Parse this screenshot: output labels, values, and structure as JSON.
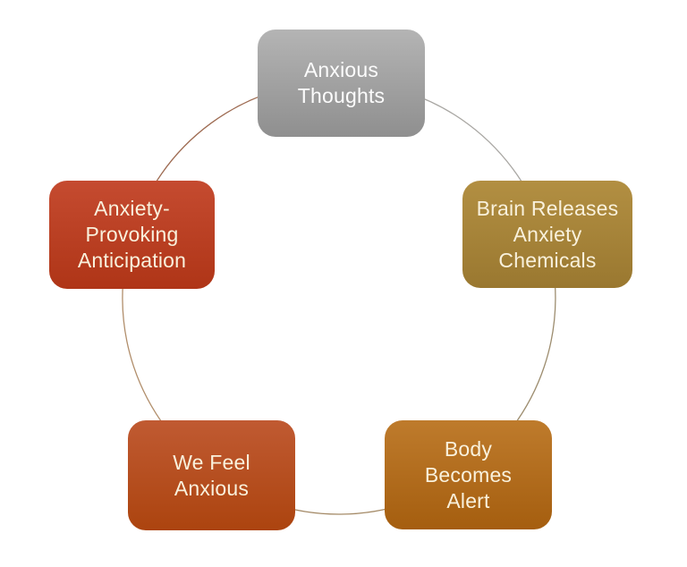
{
  "diagram": {
    "type": "cycle",
    "nodes": [
      {
        "id": "anxious-thoughts",
        "label": "Anxious\nThoughts",
        "color_top": "#B4B4B4",
        "color_bottom": "#8F8F8F",
        "text_color": "#FCFCFC"
      },
      {
        "id": "brain-releases-chemicals",
        "label": "Brain Releases\nAnxiety\nChemicals",
        "color_top": "#B28F42",
        "color_bottom": "#9A7830",
        "text_color": "#F9F1DC"
      },
      {
        "id": "body-becomes-alert",
        "label": "Body\nBecomes\nAlert",
        "color_top": "#BE7B2C",
        "color_bottom": "#A55E0F",
        "text_color": "#F9F1DC"
      },
      {
        "id": "we-feel-anxious",
        "label": "We Feel\nAnxious",
        "color_top": "#C05A32",
        "color_bottom": "#AC440F",
        "text_color": "#F9F1DC"
      },
      {
        "id": "anxiety-provoking-anticipation",
        "label": "Anxiety-\nProvoking\nAnticipation",
        "color_top": "#C54B30",
        "color_bottom": "#AF3517",
        "text_color": "#F9F1DC"
      }
    ],
    "connector_circle": {
      "arc_colors": [
        "#A9A7A3",
        "#9D8D6F",
        "#A58B68",
        "#B18E6B",
        "#9E6B52"
      ],
      "stroke_width": "1.3"
    }
  }
}
